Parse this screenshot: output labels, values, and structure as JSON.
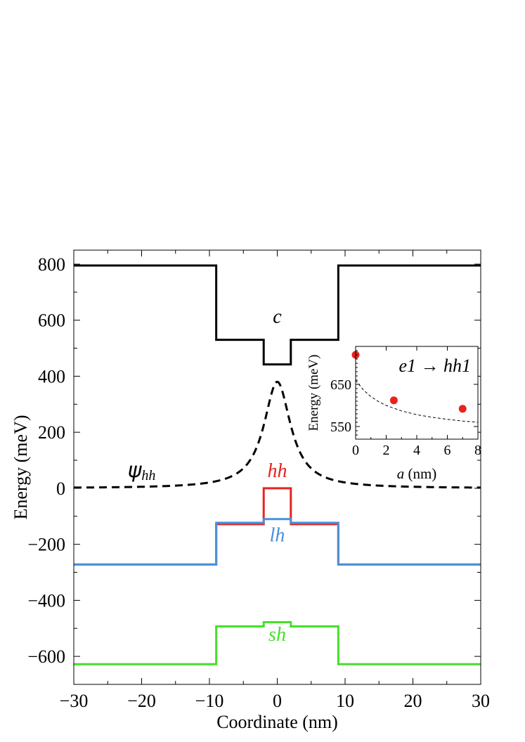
{
  "chart_data": [
    {
      "type": "line",
      "title": "",
      "xlabel": "Coordinate (nm)",
      "ylabel": "Energy (meV)",
      "xlim": [
        -30,
        30
      ],
      "ylim": [
        -700,
        850
      ],
      "xticks": [
        -30,
        -20,
        -10,
        0,
        10,
        20,
        30
      ],
      "yticks": [
        -600,
        -400,
        -200,
        0,
        200,
        400,
        600,
        800
      ],
      "grid": false,
      "series": [
        {
          "name": "c",
          "color": "#000000",
          "style": "solid",
          "x": [
            -30,
            -9,
            -9,
            -2,
            -2,
            2,
            2,
            9,
            9,
            30
          ],
          "y": [
            795,
            795,
            530,
            530,
            442,
            442,
            530,
            530,
            795,
            795
          ]
        },
        {
          "name": "hh",
          "color": "#e8231e",
          "style": "solid",
          "x": [
            -30,
            -9,
            -9,
            -2,
            -2,
            2,
            2,
            9,
            9,
            30
          ],
          "y": [
            -272,
            -272,
            -128,
            -128,
            0,
            0,
            -128,
            -128,
            -272,
            -272
          ]
        },
        {
          "name": "lh",
          "color": "#4a90d9",
          "style": "solid",
          "x": [
            -30,
            -9,
            -9,
            -2,
            -2,
            2,
            2,
            9,
            9,
            30
          ],
          "y": [
            -272,
            -272,
            -123,
            -123,
            -110,
            -110,
            -123,
            -123,
            -272,
            -272
          ]
        },
        {
          "name": "sh",
          "color": "#44e02a",
          "style": "solid",
          "x": [
            -30,
            -9,
            -9,
            -2,
            -2,
            2,
            2,
            9,
            9,
            30
          ],
          "y": [
            -628,
            -628,
            -493,
            -493,
            -478,
            -478,
            -493,
            -493,
            -628,
            -628
          ]
        },
        {
          "name": "ψhh",
          "color": "#000000",
          "style": "dashed",
          "function": "lorentzian",
          "peak": 380,
          "center": 0,
          "hwhm": 2.4,
          "baseline": 0
        }
      ],
      "annotations": [
        {
          "text": "c",
          "x": 0,
          "y": 590,
          "color": "#000000"
        },
        {
          "text": "hh",
          "x": 0,
          "y": 40,
          "color": "#e8231e"
        },
        {
          "text": "lh",
          "x": 0,
          "y": -190,
          "color": "#4a90d9"
        },
        {
          "text": "sh",
          "x": 0,
          "y": -545,
          "color": "#44e02a"
        }
      ],
      "psi_label": {
        "main": "ψ",
        "sub": "hh",
        "x": -20,
        "y": 40,
        "color": "#000000"
      }
    },
    {
      "type": "scatter",
      "title": "e1 → hh1",
      "xlabel_var": "a",
      "xlabel_unit": "(nm)",
      "ylabel": "Energy (meV)",
      "xlim": [
        0,
        8
      ],
      "ylim": [
        520,
        740
      ],
      "xticks": [
        0,
        2,
        4,
        6,
        8
      ],
      "yticks": [
        550,
        650
      ],
      "grid": false,
      "series": [
        {
          "name": "points",
          "color": "#e8231e",
          "x": [
            0,
            2.5,
            7
          ],
          "y": [
            720,
            612,
            592
          ]
        },
        {
          "name": "curve",
          "color": "#000000",
          "style": "dashed",
          "x": [
            0,
            0.5,
            1,
            1.5,
            2,
            3,
            4,
            5,
            6,
            7,
            8
          ],
          "y": [
            660,
            637,
            621,
            609,
            600,
            587,
            578,
            572,
            567,
            563,
            560
          ]
        }
      ]
    }
  ]
}
